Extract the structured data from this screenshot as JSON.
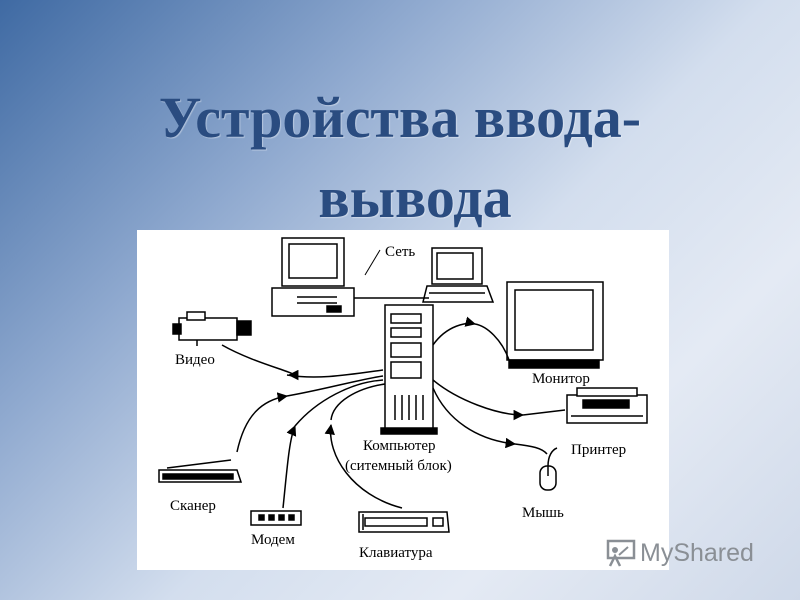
{
  "title": {
    "line1": "Устройства ввода-",
    "line2": "вывода"
  },
  "diagram": {
    "labels": {
      "network": "Сеть",
      "video": "Видео",
      "monitor": "Монитор",
      "computer_line1": "Компьютер",
      "computer_line2": "(ситемный блок)",
      "printer": "Принтер",
      "scanner": "Сканер",
      "mouse": "Мышь",
      "modem": "Модем",
      "keyboard": "Клавиатура"
    }
  },
  "watermark": {
    "text": "MyShared",
    "icon": "teacher-board-icon"
  }
}
